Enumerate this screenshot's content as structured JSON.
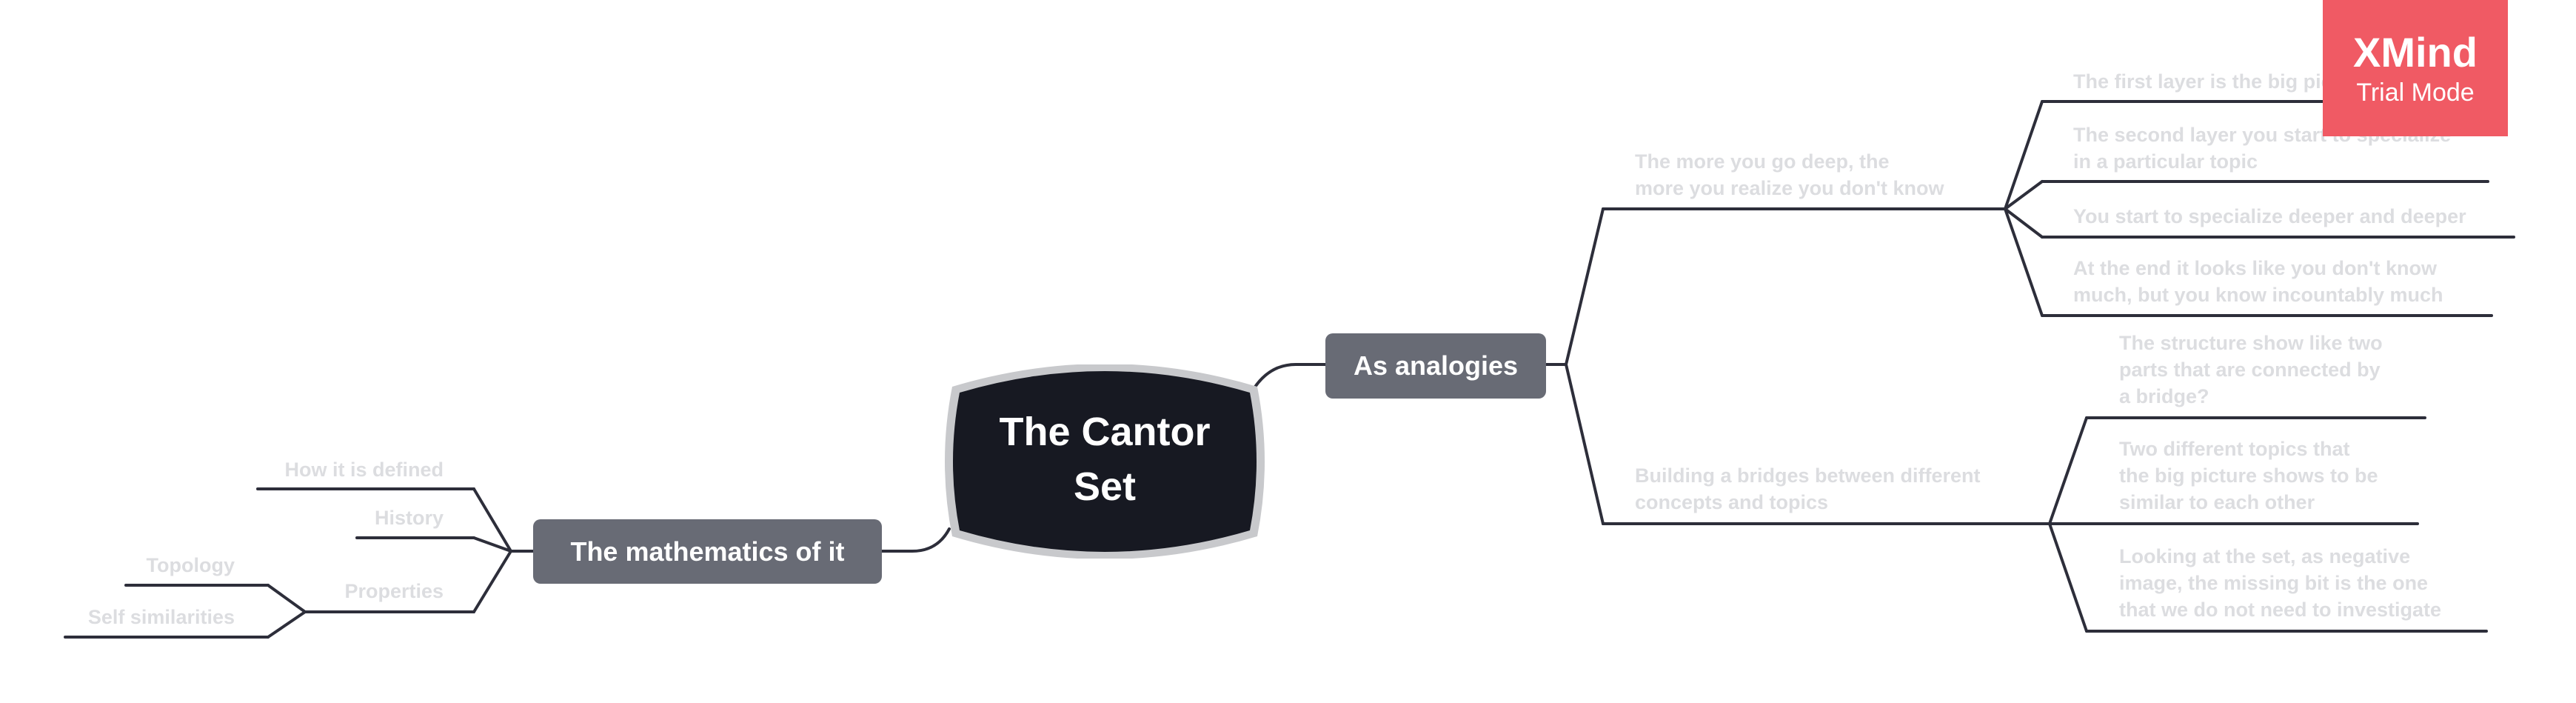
{
  "watermark": {
    "brand": "XMind",
    "mode": "Trial Mode",
    "color": "#f05a64"
  },
  "colors": {
    "line": "#2d2e3a",
    "central_fill": "#171922",
    "central_border": "#c8c9cc",
    "branch_fill": "#686b75",
    "topic_text": "#dcdde0"
  },
  "mindmap": {
    "central": [
      "The Cantor",
      "Set"
    ],
    "branches": [
      {
        "label": "As analogies",
        "subtopics": [
          {
            "lines": [
              "The more you go deep, the",
              "more you realize you don't know"
            ],
            "items": [
              [
                "The first layer is the big picture"
              ],
              [
                "The second layer you start to specialize",
                "in a particular topic"
              ],
              [
                "You start to specialize deeper and deeper"
              ],
              [
                "At the end it looks like you don't know",
                "much, but you know incountably much"
              ]
            ]
          },
          {
            "lines": [
              "Building a bridges between different",
              "concepts and topics"
            ],
            "items": [
              [
                "The structure show like two",
                "parts that are connected by",
                "a bridge?"
              ],
              [
                "Two different topics that",
                "the big picture shows to be",
                "similar to each other"
              ],
              [
                "Looking at the set, as negative",
                "image, the missing bit is the one",
                "that we do not need to investigate"
              ]
            ]
          }
        ]
      },
      {
        "label": "The mathematics of it",
        "subtopics": [
          {
            "label": "How it is defined"
          },
          {
            "label": "History"
          },
          {
            "label": "Properties",
            "items": [
              "Topology",
              "Self similarities"
            ]
          }
        ]
      }
    ]
  }
}
